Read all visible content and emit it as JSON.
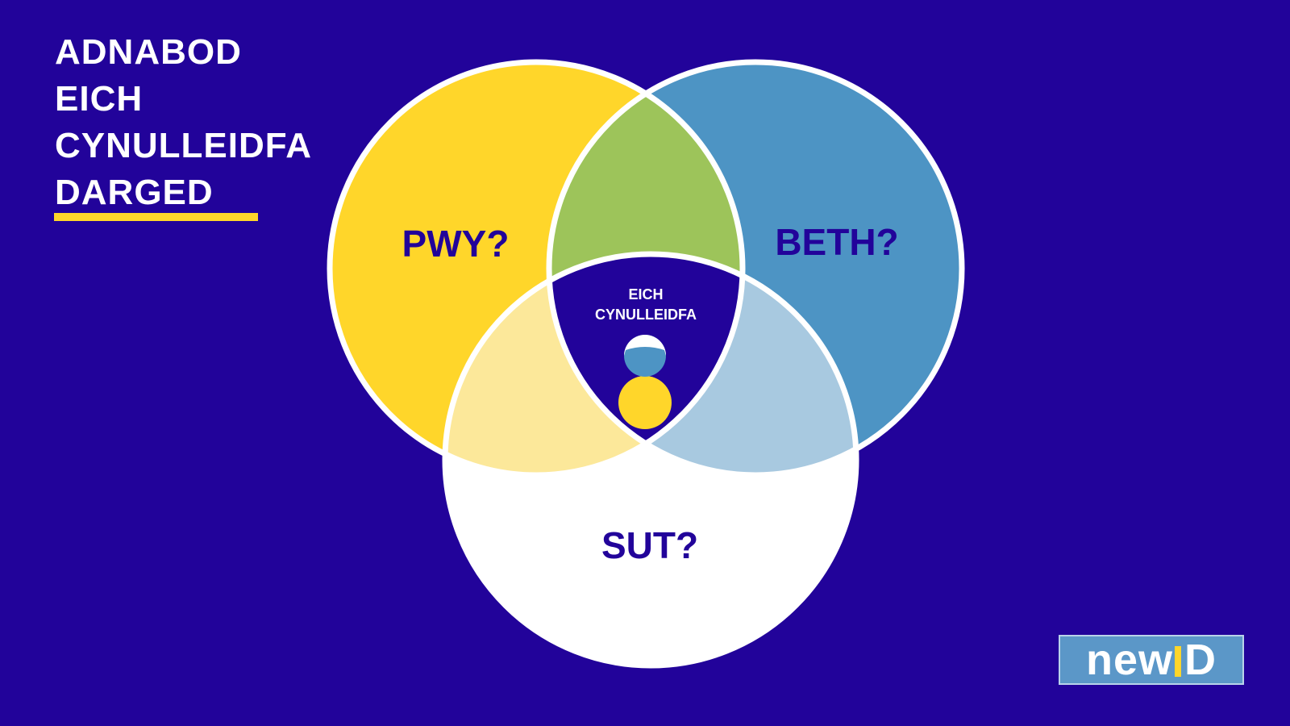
{
  "title": {
    "lines": [
      "ADNABOD",
      "EICH",
      "CYNULLEIDFA",
      "DARGED"
    ]
  },
  "venn": {
    "left_label": "PWY?",
    "right_label": "BETH?",
    "bottom_label": "SUT?",
    "center_label_line1": "EICH",
    "center_label_line2": "CYNULLEIDFA",
    "center_icon": "person-icon"
  },
  "colors": {
    "background": "#22039A",
    "left_circle": "#FFD62A",
    "right_circle": "#4D94C4",
    "bottom_circle": "#FFFFFF",
    "left_right_overlap": "#9DC45A",
    "left_bottom_overlap": "#FCE89A",
    "right_bottom_overlap": "#A8C9E0",
    "center": "#22039A",
    "underline": "#FFD62A"
  },
  "logo": {
    "text": "newID"
  }
}
